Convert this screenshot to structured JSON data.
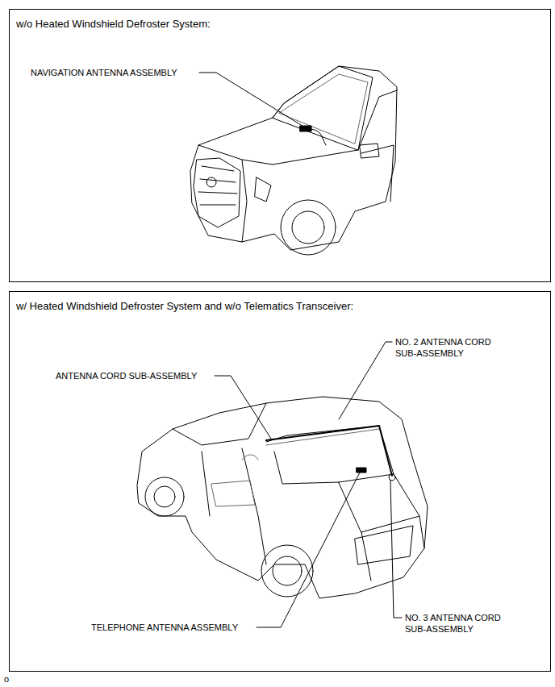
{
  "diagram": {
    "nodes": [
      {
        "text": [
          "w/o Heated Windshield Defroster System:"
        ]
      },
      {
        "text": [
          "w/ Heated Windshield Defroster System and w/o Telematics Transceiver:"
        ]
      }
    ],
    "labels": [
      "NAVIGATION ANTENNA ASSEMBLY",
      "ANTENNA CORD SUB-ASSEMBLY",
      "NO. 2 ANTENNA CORD SUB-ASSEMBLY",
      "TELEPHONE ANTENNA ASSEMBLY",
      "NO. 3 ANTENNA CORD SUB-ASSEMBLY",
      "o"
    ]
  }
}
